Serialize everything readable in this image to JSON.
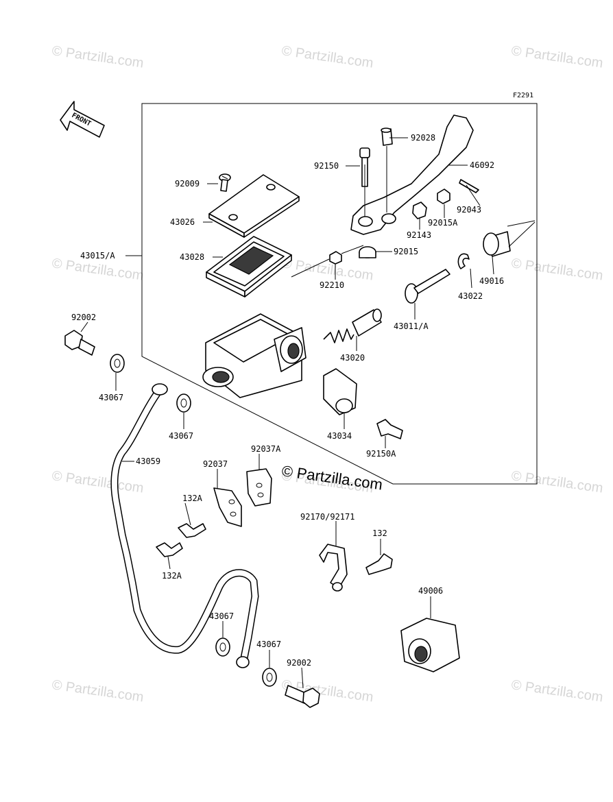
{
  "figure_code": "F2291",
  "front_label": "FRONT",
  "copyright": "© Partzilla.com",
  "watermarks": [
    "© Partzilla.com",
    "© Partzilla.com",
    "© Partzilla.com",
    "© Partzilla.com",
    "© Partzilla.com",
    "© Partzilla.com",
    "© Partzilla.com",
    "© Partzilla.com",
    "© Partzilla.com",
    "© Partzilla.com",
    "© Partzilla.com",
    "© Partzilla.com"
  ],
  "labels": {
    "p92028": "92028",
    "p92150": "92150",
    "p46092": "46092",
    "p92009": "92009",
    "p92043": "92043",
    "p43026": "43026",
    "p92015A": "92015A",
    "p92143": "92143",
    "p43015A": "43015/A",
    "p43028": "43028",
    "p92015": "92015",
    "p49016": "49016",
    "p92210": "92210",
    "p43022": "43022",
    "p43011A": "43011/A",
    "p92002a": "92002",
    "p43020": "43020",
    "p43067a": "43067",
    "p43067b": "43067",
    "p43034": "43034",
    "p92150A": "92150A",
    "p43059": "43059",
    "p92037": "92037",
    "p92037A": "92037A",
    "p132Aa": "132A",
    "p132Ab": "132A",
    "p92170": "92170/92171",
    "p132": "132",
    "p49006": "49006",
    "p43067c": "43067",
    "p43067d": "43067",
    "p92002b": "92002"
  }
}
